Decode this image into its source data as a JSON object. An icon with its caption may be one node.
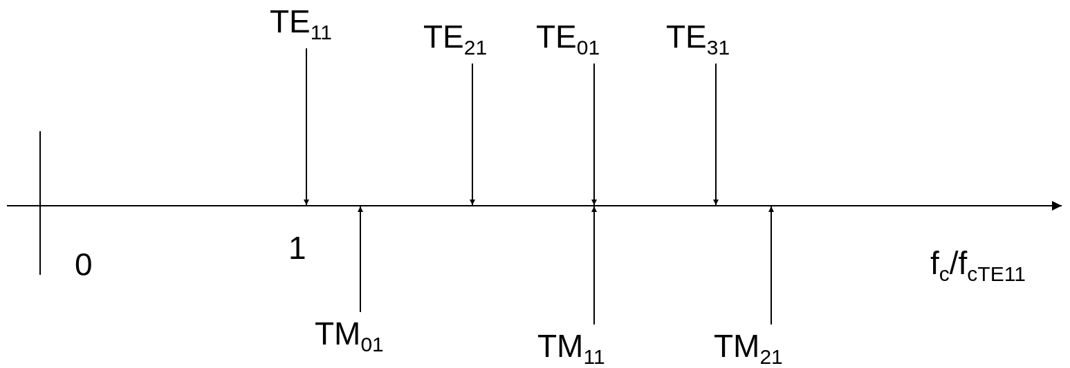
{
  "diagram": {
    "nodes": [
      {
        "text": [
          "TE$_{11}$"
        ]
      },
      {
        "text": [
          "TE$_{21}$"
        ]
      },
      {
        "text": [
          "TE$_{01}$"
        ]
      },
      {
        "text": [
          "TE$_{31}$"
        ]
      },
      {
        "text": [
          "TM$_{01}$"
        ]
      },
      {
        "text": [
          "TM$_{11}$"
        ]
      },
      {
        "text": [
          "TM$_{21}$"
        ]
      }
    ],
    "edges": [
      {
        "from": 0,
        "to": null,
        "arrow": "to"
      },
      {
        "from": 1,
        "to": null,
        "arrow": "to"
      },
      {
        "from": 2,
        "to": null,
        "arrow": "to"
      },
      {
        "from": 3,
        "to": null,
        "arrow": "to"
      },
      {
        "from": 4,
        "to": null,
        "arrow": "to"
      },
      {
        "from": 5,
        "to": null,
        "arrow": "to"
      },
      {
        "from": 6,
        "to": null,
        "arrow": "to"
      }
    ],
    "labels": [
      "0",
      "1",
      "f$_{c}$/f$_{cTE11}$"
    ]
  }
}
